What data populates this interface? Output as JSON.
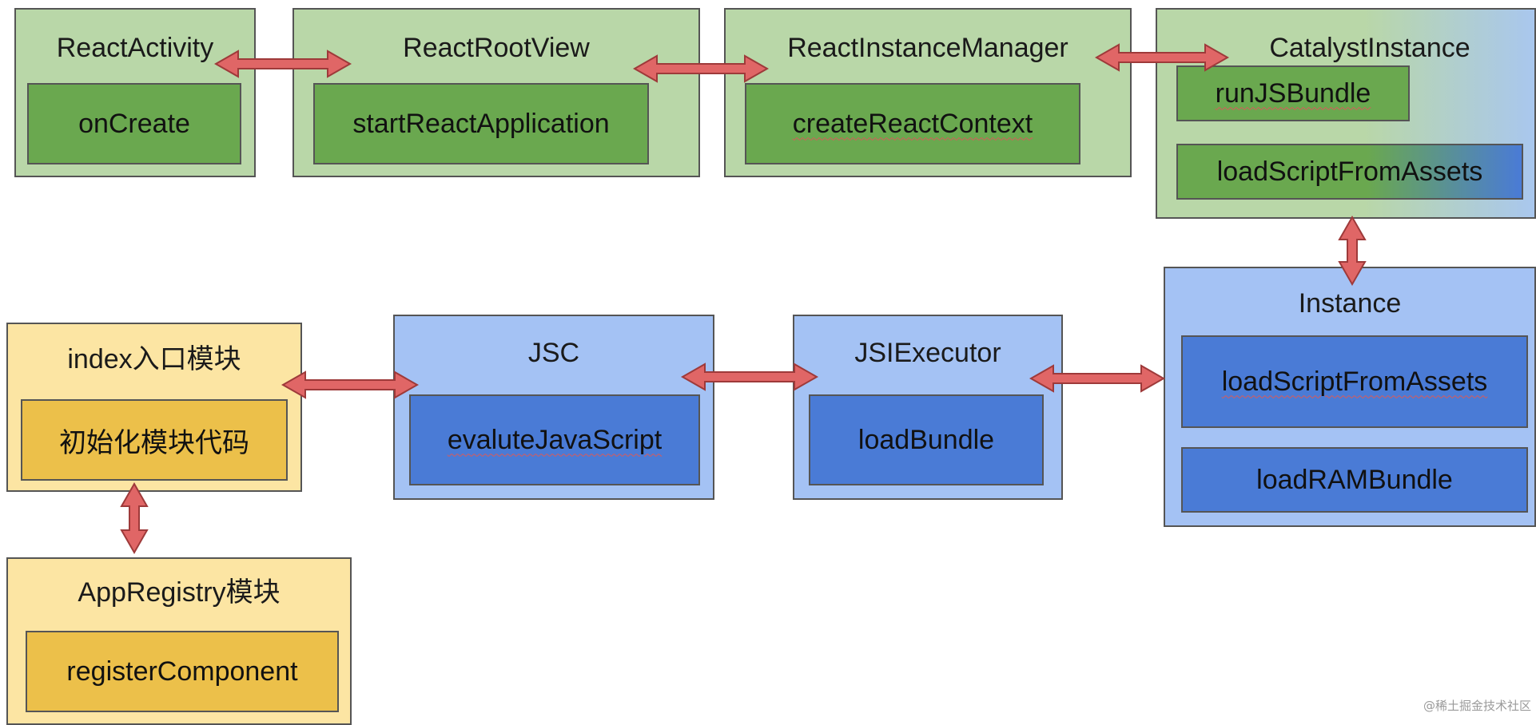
{
  "nodes": {
    "react_activity": {
      "title": "ReactActivity",
      "method": "onCreate"
    },
    "react_root_view": {
      "title": "ReactRootView",
      "method": "startReactApplication"
    },
    "react_instance_manager": {
      "title": "ReactInstanceManager",
      "method": "createReactContext"
    },
    "catalyst_instance": {
      "title": "CatalystInstance",
      "methods": [
        "runJSBundle",
        "loadScriptFromAssets"
      ]
    },
    "instance": {
      "title": "Instance",
      "methods": [
        "loadScriptFromAssets",
        "loadRAMBundle"
      ]
    },
    "jsi_executor": {
      "title": "JSIExecutor",
      "method": "loadBundle"
    },
    "jsc": {
      "title": "JSC",
      "method": "evaluteJavaScript"
    },
    "index_module": {
      "title": "index入口模块",
      "method": "初始化模块代码"
    },
    "app_registry": {
      "title": "AppRegistry模块",
      "method": "registerComponent"
    }
  },
  "watermark": "@稀土掘金技术社区",
  "colors": {
    "arrow_fill": "#e06666",
    "arrow_stroke": "#9e3a3a",
    "green_outer": "#b9d7a8",
    "green_inner": "#6aa84f",
    "blue_outer": "#a4c2f4",
    "blue_inner": "#4a7bd6",
    "yellow_outer": "#fce5a3",
    "yellow_inner": "#ecc04a"
  }
}
